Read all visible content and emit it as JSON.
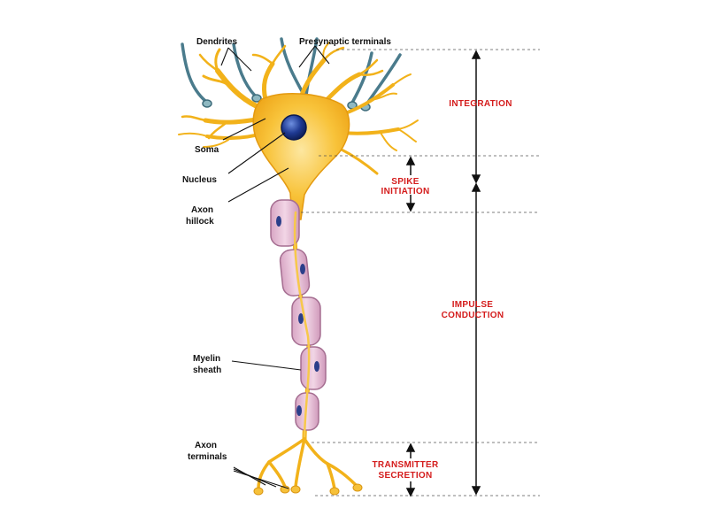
{
  "labels": {
    "dendrites": "Dendrites",
    "presynaptic_terminals": "Presynaptic terminals",
    "soma": "Soma",
    "nucleus": "Nucleus",
    "axon_hillock_1": "Axon",
    "axon_hillock_2": "hillock",
    "myelin_1": "Myelin",
    "myelin_2": "sheath",
    "axon_terminals_1": "Axon",
    "axon_terminals_2": "terminals"
  },
  "phases": {
    "integration": "INTEGRATION",
    "spike_1": "SPIKE",
    "spike_2": "INITIATION",
    "impulse_1": "IMPULSE",
    "impulse_2": "CONDUCTION",
    "transmitter_1": "TRANSMITTER",
    "transmitter_2": "SECRETION"
  },
  "colors": {
    "neuron_body": "#f6b81f",
    "neuron_light": "#fde08a",
    "nucleus": "#1f3a93",
    "myelin": "#e8c2d8",
    "myelin_border": "#b07a9c",
    "presynaptic": "#4a7b8c",
    "phase_text": "#d41c1c"
  }
}
